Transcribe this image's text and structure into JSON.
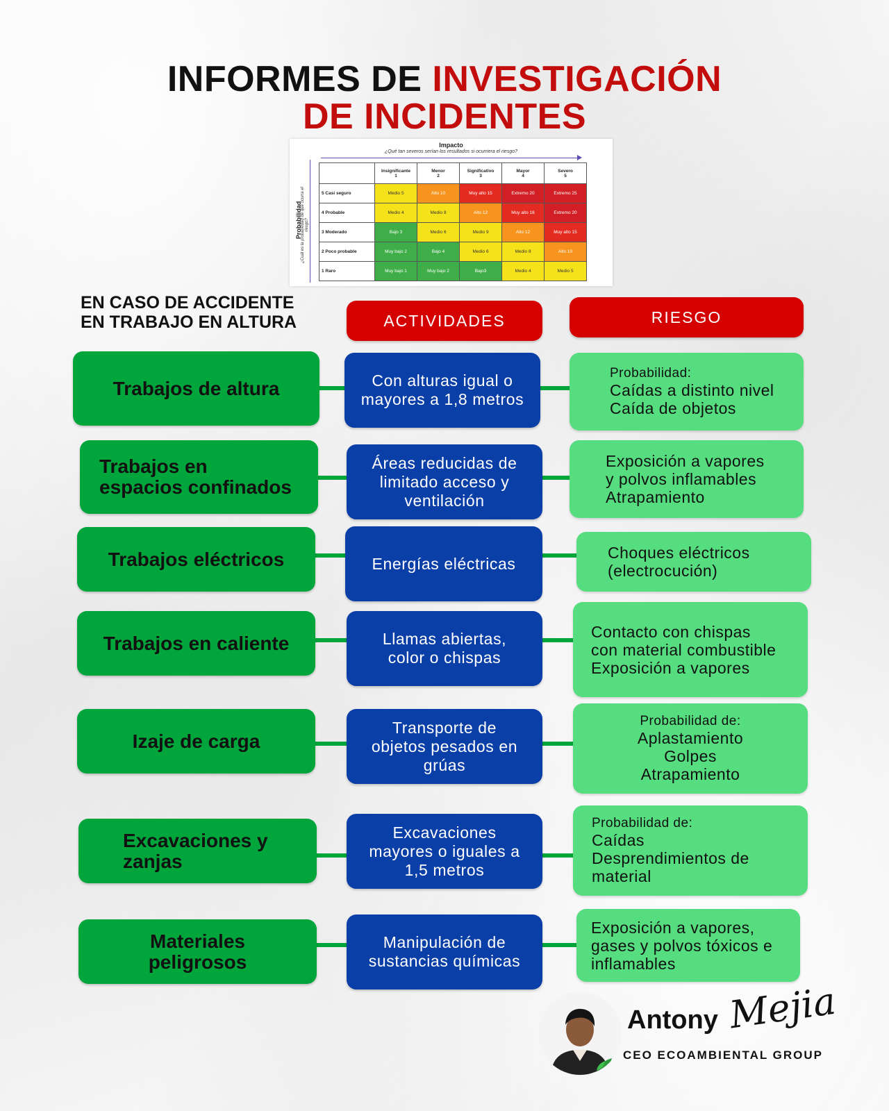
{
  "title": {
    "part1": "INFORMES DE",
    "part2": "INVESTIGACIÓN",
    "line2": "DE INCIDENTES"
  },
  "matrix": {
    "impact_title": "Impacto",
    "impact_question": "¿Qué tan severos serían los resultados si ocurriera el riesgo?",
    "probability_title": "Probabilidad",
    "probability_question": "¿Cuál es la probabilidad de que ocurra el riesgo?",
    "columns": [
      {
        "name": "Insignificante",
        "num": "1"
      },
      {
        "name": "Menor",
        "num": "2"
      },
      {
        "name": "Significativo",
        "num": "3"
      },
      {
        "name": "Mayor",
        "num": "4"
      },
      {
        "name": "Severo",
        "num": "5"
      }
    ],
    "rows": [
      {
        "label": "5 Casi seguro",
        "cells": [
          "Medio 5",
          "Alto 10",
          "Muy alto 15",
          "Extremo 20",
          "Extremo 25"
        ],
        "colors": [
          "#f6e21a",
          "#f7941d",
          "#e42b22",
          "#d21f26",
          "#d21f26"
        ]
      },
      {
        "label": "4 Probable",
        "cells": [
          "Medio 4",
          "Medio 8",
          "Alto 12",
          "Muy alto 16",
          "Extremo 20"
        ],
        "colors": [
          "#f6e21a",
          "#f6e21a",
          "#f7941d",
          "#e42b22",
          "#d21f26"
        ]
      },
      {
        "label": "3 Moderado",
        "cells": [
          "Bajo 3",
          "Medio 6",
          "Medio 9",
          "Alto 12",
          "Muy alto 15"
        ],
        "colors": [
          "#3fae49",
          "#f6e21a",
          "#f6e21a",
          "#f7941d",
          "#e42b22"
        ]
      },
      {
        "label": "2 Poco probable",
        "cells": [
          "Muy bajo 2",
          "Bajo 4",
          "Medio 6",
          "Medio 8",
          "Alto 10"
        ],
        "colors": [
          "#3fae49",
          "#3fae49",
          "#f6e21a",
          "#f6e21a",
          "#f7941d"
        ]
      },
      {
        "label": "1 Raro",
        "cells": [
          "Muy bajo 1",
          "Muy bajo 2",
          "Bajo3",
          "Medio 4",
          "Medio 5"
        ],
        "colors": [
          "#3fae49",
          "#3fae49",
          "#3fae49",
          "#f6e21a",
          "#f6e21a"
        ]
      }
    ]
  },
  "section": {
    "case_line1": "EN CASO DE ACCIDENTE",
    "case_line2": "EN TRABAJO EN ALTURA",
    "activities_header": "ACTIVIDADES",
    "risk_header": "RIESGO"
  },
  "rows": [
    {
      "work": [
        "Trabajos de altura"
      ],
      "activity": [
        "Con alturas igual o",
        "mayores a 1,8 metros"
      ],
      "risk_heading": "Probabilidad:",
      "risk": [
        "Caídas a distinto nivel",
        "Caída de objetos"
      ]
    },
    {
      "work": [
        "Trabajos en",
        "espacios confinados"
      ],
      "activity": [
        "Áreas reducidas de",
        "limitado acceso y",
        "ventilación"
      ],
      "risk": [
        "Exposición a vapores",
        "y polvos inflamables",
        "Atrapamiento"
      ]
    },
    {
      "work": [
        "Trabajos eléctricos"
      ],
      "activity": [
        "Energías eléctricas"
      ],
      "risk": [
        "Choques eléctricos",
        "(electrocución)"
      ]
    },
    {
      "work": [
        "Trabajos en caliente"
      ],
      "activity": [
        "Llamas abiertas,",
        "color o chispas"
      ],
      "risk": [
        "Contacto con chispas",
        "con material combustible",
        "Exposición a vapores"
      ]
    },
    {
      "work": [
        "Izaje de carga"
      ],
      "activity": [
        "Transporte de",
        "objetos pesados en",
        "grúas"
      ],
      "risk_heading": "Probabilidad de:",
      "risk": [
        "Aplastamiento",
        "Golpes",
        "Atrapamiento"
      ]
    },
    {
      "work": [
        "Excavaciones y",
        "zanjas"
      ],
      "activity": [
        "Excavaciones",
        "mayores o iguales a",
        "1,5 metros"
      ],
      "risk_heading": "Probabilidad de:",
      "risk": [
        "Caídas",
        "Desprendimientos de",
        "material"
      ]
    },
    {
      "work": [
        "Materiales",
        "peligrosos"
      ],
      "activity": [
        "Manipulación de",
        "sustancias químicas"
      ],
      "risk": [
        "Exposición a vapores,",
        "gases y polvos tóxicos e",
        "inflamables"
      ]
    }
  ],
  "footer": {
    "name": "Antony",
    "signature": "Mejia",
    "role": "CEO ECOAMBIENTAL GROUP"
  },
  "colors": {
    "title_red": "#c30d0d",
    "header_red": "#d50000",
    "work_green": "#00a63b",
    "activity_blue": "#0b3fa8",
    "risk_green": "#55dd7f"
  }
}
